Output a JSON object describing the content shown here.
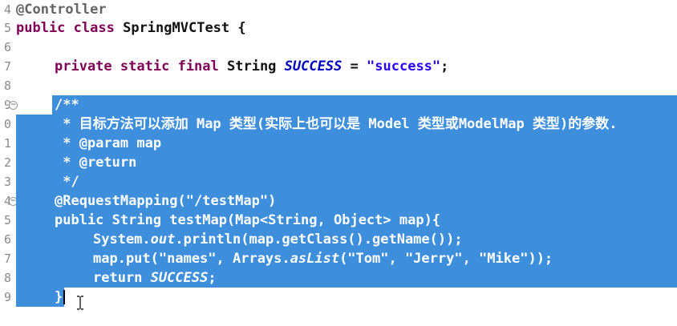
{
  "editor": {
    "lines": [
      {
        "number": "4",
        "tokens": [
          "@Controller"
        ]
      },
      {
        "number": "5",
        "tokens": [
          "public",
          " ",
          "class",
          " SpringMVCTest {"
        ]
      },
      {
        "number": "6",
        "tokens": []
      },
      {
        "number": "7",
        "tokens": [
          "private",
          " ",
          "static",
          " ",
          "final",
          " String ",
          "SUCCESS",
          " = ",
          "\"success\"",
          ";"
        ]
      },
      {
        "number": "8",
        "tokens": []
      },
      {
        "number": "9",
        "tokens": [
          "/**"
        ]
      },
      {
        "number": "0",
        "tokens": [
          " * ",
          "目标方法可以添加",
          " Map ",
          "类型",
          "(",
          "实际上也可以是",
          " Model ",
          "类型或",
          "ModelMap ",
          "类型",
          ")",
          "的参数",
          "."
        ]
      },
      {
        "number": "1",
        "tokens": [
          " * @param map"
        ]
      },
      {
        "number": "2",
        "tokens": [
          " * @return"
        ]
      },
      {
        "number": "3",
        "tokens": [
          " */"
        ]
      },
      {
        "number": "4",
        "tokens": [
          "@RequestMapping(\"/testMap\")"
        ]
      },
      {
        "number": "5",
        "tokens": [
          "public String testMap(Map<String, Object> map){"
        ]
      },
      {
        "number": "6",
        "tokens": [
          "System.",
          "out",
          ".println(map.getClass().getName());"
        ]
      },
      {
        "number": "7",
        "tokens": [
          "map.put(\"names\", Arrays.",
          "asList",
          "(\"Tom\", \"Jerry\", \"Mike\"));"
        ]
      },
      {
        "number": "8",
        "tokens": [
          "return ",
          "SUCCESS",
          ";"
        ]
      },
      {
        "number": "9",
        "tokens": [
          "}"
        ]
      }
    ]
  },
  "colors": {
    "selection": "#3d8fdc",
    "keyword": "#7f0055",
    "string": "#2a00ff",
    "constant": "#0000c0",
    "line_number": "#8a8a8a"
  },
  "icons": {
    "fold_marker": "fold-collapse-icon",
    "mouse_cursor": "text-ibeam-cursor-icon"
  }
}
